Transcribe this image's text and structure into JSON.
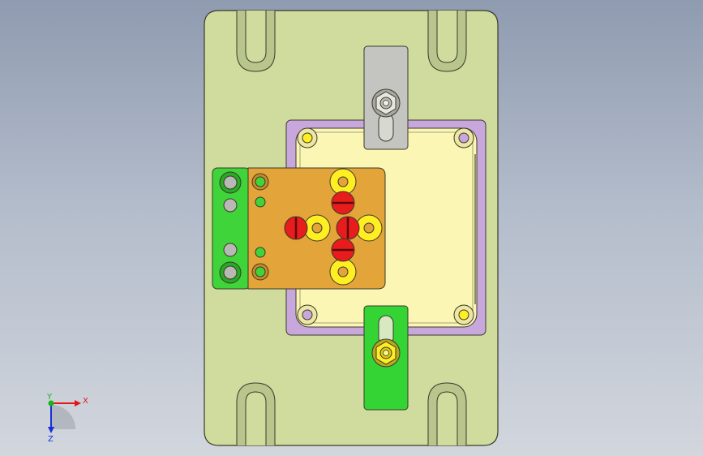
{
  "viewport": {
    "background_top": "#8f9bb0",
    "background_bottom": "#d2d6dd"
  },
  "colors": {
    "base_plate": "#cfdc9e",
    "base_outline": "#3a3a2a",
    "pocket_frame": "#c8a8dc",
    "pocket_floor": "#fbf6b4",
    "slider_plate": "#e3a43a",
    "green_block": "#3fd43a",
    "clamp_gray": "#c4c4c0",
    "clamp_green": "#33d433",
    "screw_red": "#e81c1c",
    "washer_yellow": "#ffee22"
  },
  "triad": {
    "x_label": "X",
    "y_label": "Y",
    "z_label": "Z",
    "x_color": "#e01818",
    "y_color": "#18b418",
    "z_color": "#1830d8"
  }
}
